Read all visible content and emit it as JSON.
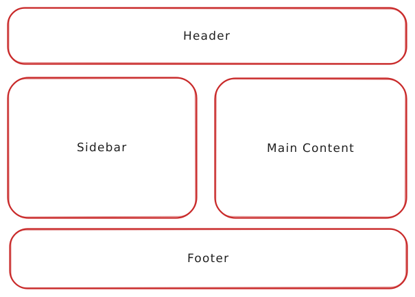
{
  "diagram": {
    "stroke_color": "#c92a2a",
    "text_color": "#1e1e1e",
    "background_color": "#ffffff",
    "boxes": [
      {
        "id": "header",
        "label": "Header"
      },
      {
        "id": "sidebar",
        "label": "Sidebar"
      },
      {
        "id": "main_content",
        "label": "Main Content"
      },
      {
        "id": "footer",
        "label": "Footer"
      }
    ]
  }
}
